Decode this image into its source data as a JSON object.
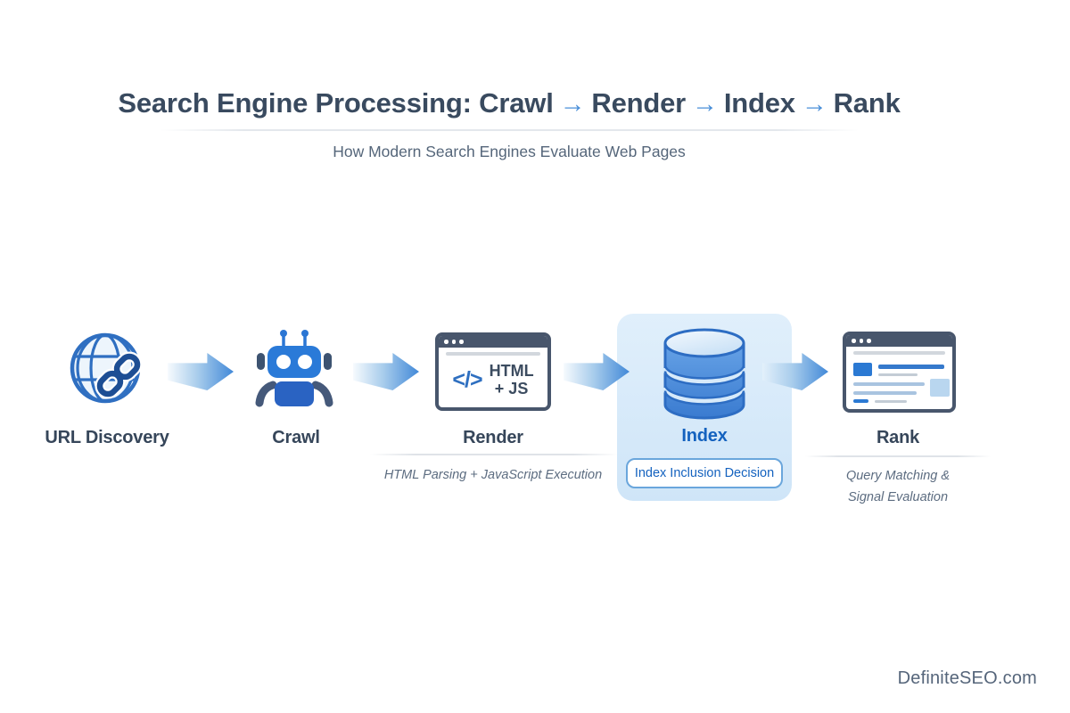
{
  "header": {
    "title_segments": [
      {
        "text": "Search Engine Processing: Crawl",
        "style": "dark"
      },
      {
        "text": "→",
        "style": "arrow"
      },
      {
        "text": "Render",
        "style": "dark"
      },
      {
        "text": "→",
        "style": "arrow"
      },
      {
        "text": "Index",
        "style": "dark"
      },
      {
        "text": "→",
        "style": "arrow"
      },
      {
        "text": "Rank",
        "style": "dark"
      }
    ],
    "subtitle": "How Modern Search Engines Evaluate Web Pages"
  },
  "stages": [
    {
      "label": "URL Discovery",
      "icon": "globe-link-icon"
    },
    {
      "label": "Crawl",
      "icon": "robot-icon"
    },
    {
      "label": "Render",
      "icon": "browser-code-icon",
      "icon_code": "</>",
      "icon_line1": "HTML",
      "icon_line2": "+ JS",
      "caption": "HTML Parsing + JavaScript Execution"
    },
    {
      "label": "Index",
      "icon": "database-icon",
      "highlighted": true,
      "badge": "Index Inclusion Decision"
    },
    {
      "label": "Rank",
      "icon": "browser-results-icon",
      "caption_lines": [
        "Query Matching &",
        "Signal Evaluation"
      ]
    }
  ],
  "footer": {
    "brand": "DefiniteSEO.com"
  },
  "colors": {
    "title_text": "#394a5f",
    "title_arrow": "#4a8fd8",
    "flow_arrow": "#4289d8",
    "highlight_box": "#d8eafa",
    "index_text": "#1462bf",
    "icon_blue": "#2a7ad8",
    "icon_dark_slate": "#48566c",
    "muted_text": "#5c6c80"
  }
}
